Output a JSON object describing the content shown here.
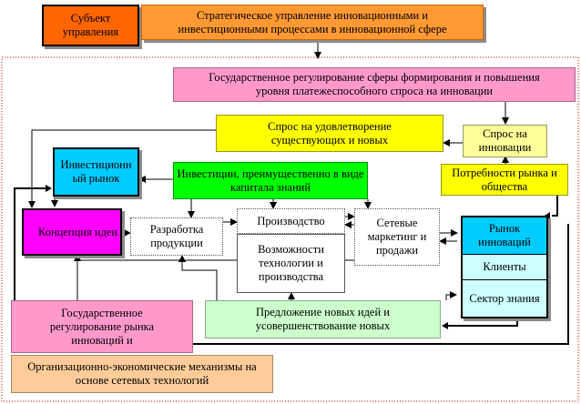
{
  "nodes": {
    "subject": "Субъект управления",
    "strategic": "Стратегическое управление инновационными и инвестиционными процессами в инновационной сфере",
    "gov_demand": "Государственное регулирование сферы формирования и повышения уровня платежеспособного спроса на инновации",
    "demand_existing": "Спрос на удовлетворение существующих и новых",
    "demand_innov": "Спрос на инновации",
    "investment_market": "Инвестиционн ый рынок",
    "investments": "Инвестиции, преимущественно в виде капитала знаний",
    "needs": "Потребности рынка и общества",
    "idea_concept": "Концепция идеи",
    "product_dev": "Разработка продукции",
    "production": "Производство",
    "capabilities": "Возможности технологии и производства",
    "network_marketing": "Сетевые маркетинг и продажи",
    "innov_market": "Рынок инноваций",
    "clients": "Клиенты",
    "knowledge_sector": "Сектор знания",
    "new_ideas": "Предложение новых идей и усовершенствование новых",
    "gov_market": "Государственное регулирование рынка инноваций и",
    "org_econ": "Организационно-экономические механизмы на основе сетевых технологий"
  },
  "colors": {
    "subject": "#ff6600",
    "strategic": "#ff9933",
    "pink": "#ff99cc",
    "yellow": "#ffff00",
    "light_yellow": "#ffff99",
    "cyan": "#00ccff",
    "green": "#00ff00",
    "magenta": "#ff00ff",
    "light_cyan": "#ccffff",
    "light_green": "#ccffcc",
    "peach": "#ffcc99",
    "frame_red": "#cc0000"
  }
}
